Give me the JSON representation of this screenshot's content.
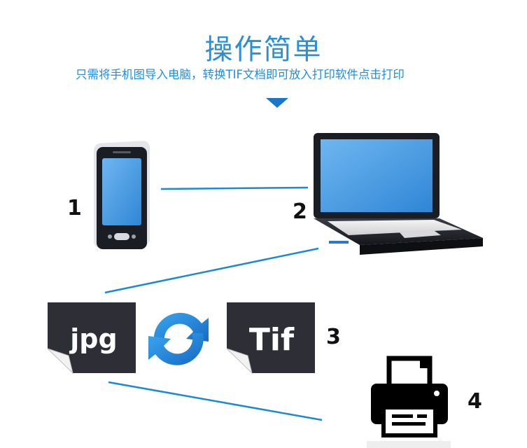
{
  "header": {
    "title": "操作简单",
    "subtitle": "只需将手机图导入电脑，转换TIF文档即可放入打印软件点击打印"
  },
  "steps": {
    "step1": "1",
    "step2": "2",
    "step3": "3",
    "step4": "4"
  },
  "files": {
    "source_label": "jpg",
    "target_label": "Tif"
  },
  "colors": {
    "accent": "#2a8fd8",
    "line": "#1a8ad4",
    "device_dark": "#1b1d24",
    "screen_blue": "#4a9ee6",
    "file_dark": "#2e2f36"
  },
  "icons": [
    "phone-icon",
    "laptop-icon",
    "jpg-file-icon",
    "convert-arrows-icon",
    "tif-file-icon",
    "printer-icon"
  ]
}
